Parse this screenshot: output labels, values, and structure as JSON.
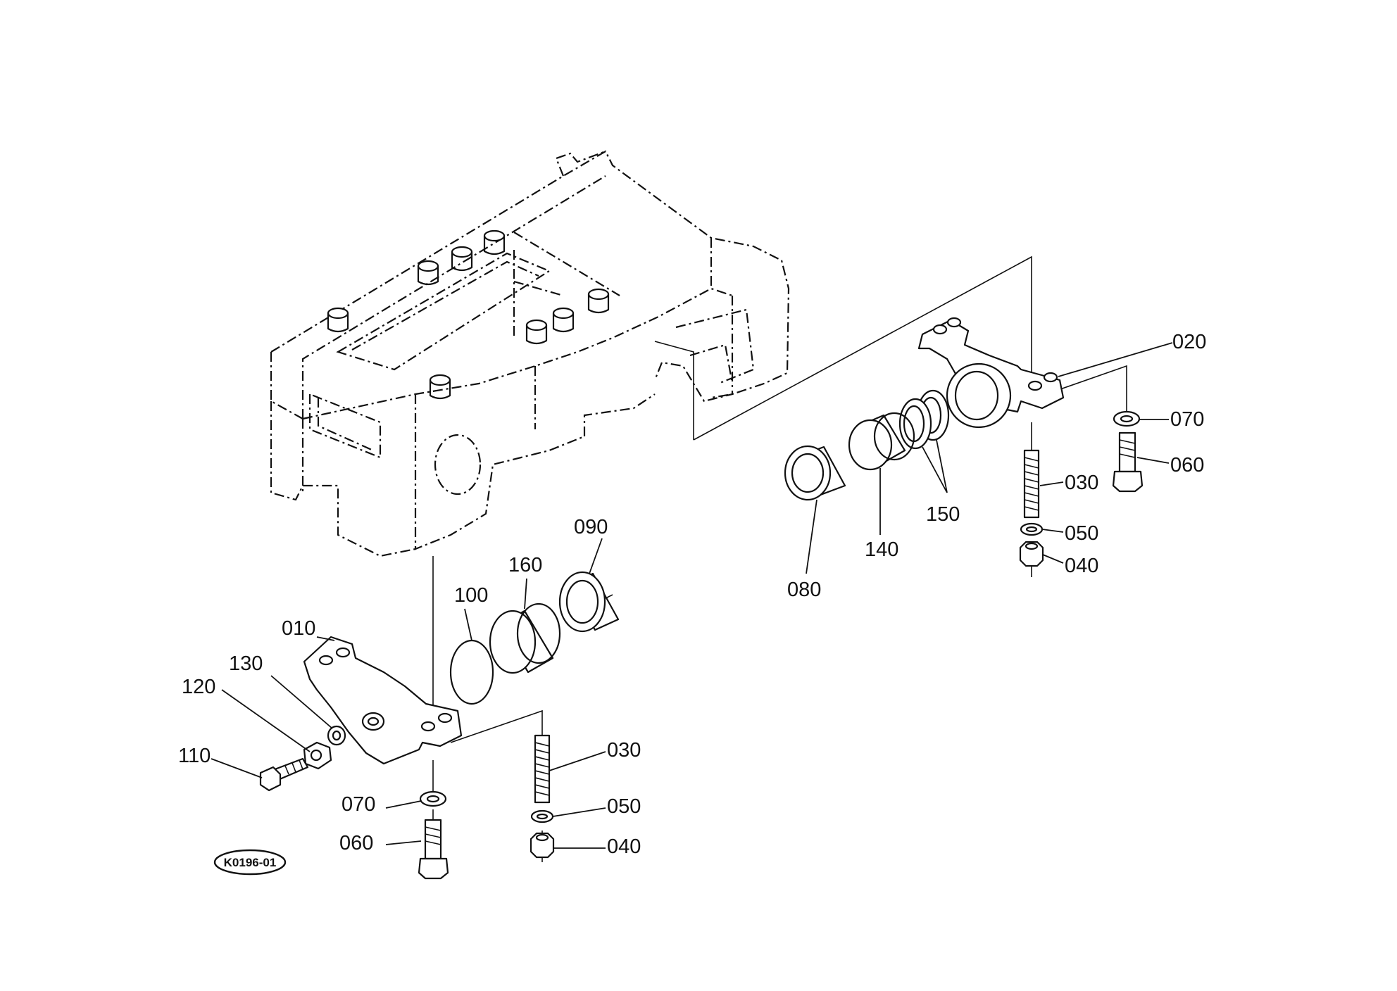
{
  "callouts": {
    "c010": "010",
    "c020": "020",
    "c030_left": "030",
    "c030_right": "030",
    "c040_left": "040",
    "c040_right": "040",
    "c050_left": "050",
    "c050_right": "050",
    "c060_left": "060",
    "c060_right": "060",
    "c070_left": "070",
    "c070_right": "070",
    "c080": "080",
    "c090": "090",
    "c100": "100",
    "c110": "110",
    "c120": "120",
    "c130": "130",
    "c140": "140",
    "c150": "150",
    "c160": "160"
  },
  "diagram_id": "K0196-01"
}
